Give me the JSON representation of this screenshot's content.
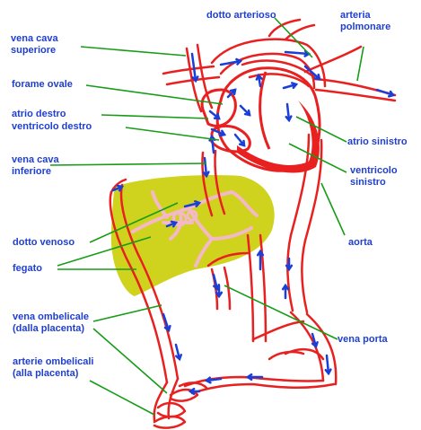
{
  "labels": {
    "vena_cava_superiore": "vena cava\nsuperiore",
    "dotto_arterioso": "dotto arterioso",
    "arteria_polmonare": "arteria\npolmonare",
    "forame_ovale": "forame ovale",
    "atrio_destro": "atrio destro",
    "ventricolo_destro": "ventricolo destro",
    "atrio_sinistro": "atrio sinistro",
    "vena_cava_inferiore": "vena cava\ninferiore",
    "ventricolo_sinistro": "ventricolo\nsinistro",
    "dotto_venoso": "dotto venoso",
    "aorta": "aorta",
    "fegato": "fegato",
    "vena_ombelicale": "vena ombelicale\n(dalla placenta)",
    "vena_porta": "vena porta",
    "arterie_ombelicali": "arterie ombelicali\n(alla placenta)"
  },
  "colors": {
    "label_text": "#1f3fd0",
    "leader_line": "#169c16",
    "vessel": "#e82020",
    "heart_fill": "#e82020",
    "liver_fill": "#cfd31e",
    "liver_vessels": "#f3b9c6",
    "flow_arrow": "#1a3fd8"
  }
}
